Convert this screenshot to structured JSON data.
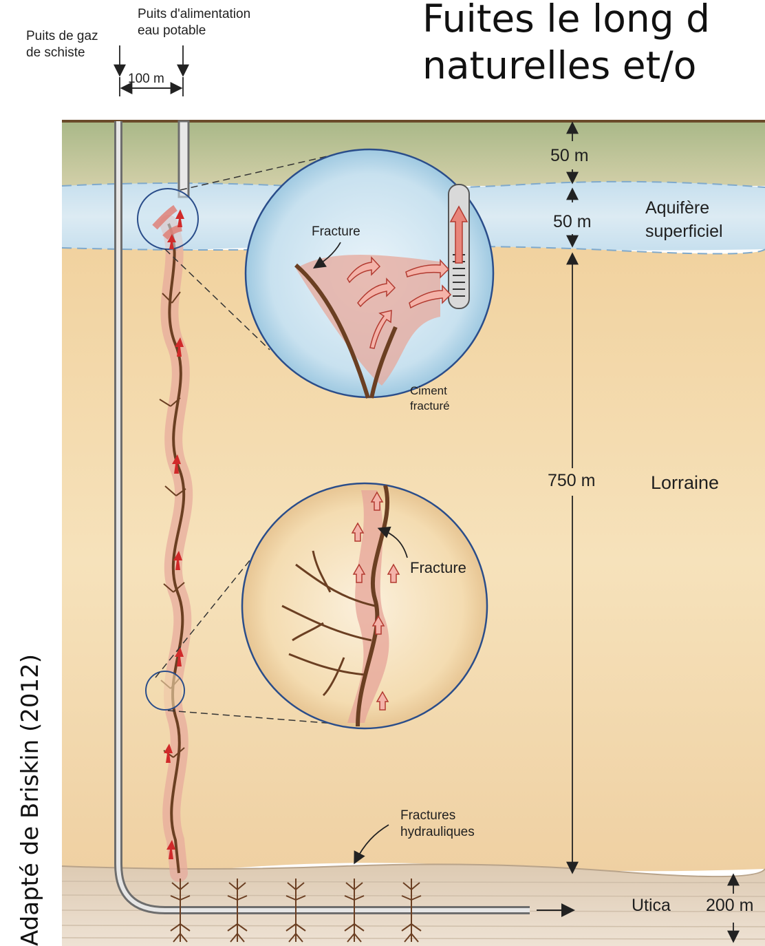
{
  "title": {
    "line1": "Fuites le long d",
    "line2": "naturelles et/o"
  },
  "credit": "Adapté de Briskin (2012)",
  "wells": {
    "gas_well_line1": "Puits de gaz",
    "gas_well_line2": "de schiste",
    "water_well_line1": "Puits d'alimentation",
    "water_well_line2": "eau potable",
    "spacing": "100 m"
  },
  "layers": {
    "top_depth": "50 m",
    "aquifer_depth": "50 m",
    "aquifer_name_line1": "Aquifère",
    "aquifer_name_line2": "superficiel",
    "lorraine_depth": "750 m",
    "lorraine_name": "Lorraine",
    "utica_name": "Utica",
    "utica_depth": "200 m"
  },
  "insets": {
    "top_fracture": "Fracture",
    "cement_line1": "Ciment",
    "cement_line2": "fracturé",
    "bottom_fracture": "Fracture"
  },
  "hydraulic_fractures_line1": "Fractures",
  "hydraulic_fractures_line2": "hydrauliques",
  "colors": {
    "surface_soil": "#b9c39a",
    "aquifer": "#cfe3ef",
    "lorraine": "#f3d9a8",
    "utica": "#e8d8c6",
    "fracture": "#6b3f22",
    "flow_halo": "#e59a8f",
    "arrow": "#d02a2a"
  },
  "icons": [
    "down-arrow-icon",
    "double-arrow-icon",
    "right-arrow-icon"
  ]
}
